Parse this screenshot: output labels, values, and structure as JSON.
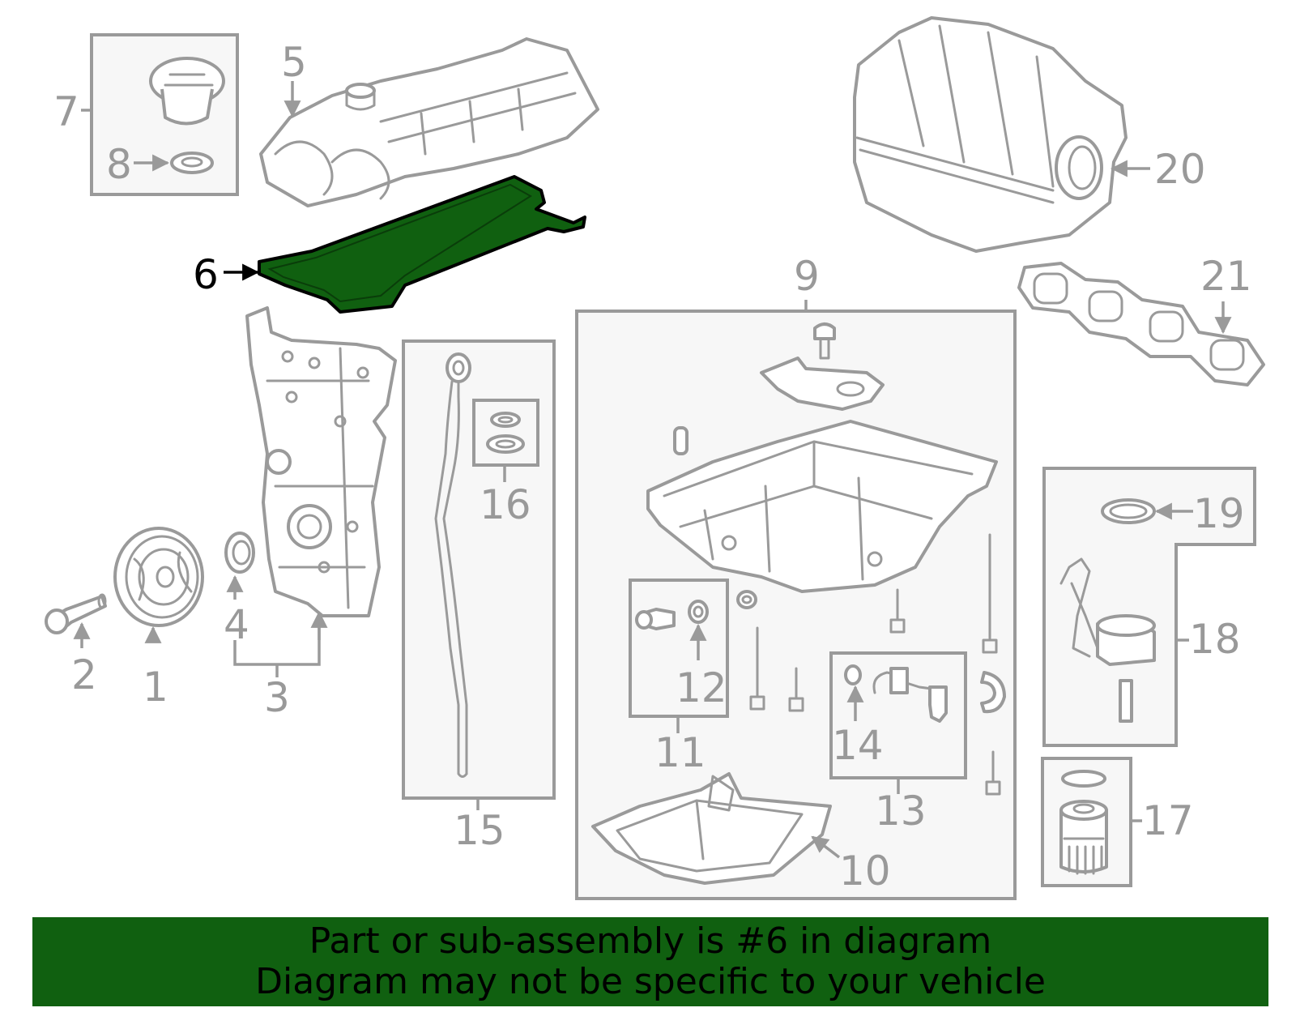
{
  "callouts": [
    {
      "num": "1"
    },
    {
      "num": "2"
    },
    {
      "num": "3"
    },
    {
      "num": "4"
    },
    {
      "num": "5"
    },
    {
      "num": "6"
    },
    {
      "num": "7"
    },
    {
      "num": "8"
    },
    {
      "num": "9"
    },
    {
      "num": "10"
    },
    {
      "num": "11"
    },
    {
      "num": "12"
    },
    {
      "num": "13"
    },
    {
      "num": "14"
    },
    {
      "num": "15"
    },
    {
      "num": "16"
    },
    {
      "num": "17"
    },
    {
      "num": "18"
    },
    {
      "num": "19"
    },
    {
      "num": "20"
    },
    {
      "num": "21"
    }
  ],
  "highlight": {
    "part": "6",
    "color": "#106010"
  },
  "banner": {
    "line1": "Part or sub-assembly is #6 in diagram",
    "line2": "Diagram may not be specific to your vehicle",
    "color": "#106010"
  }
}
